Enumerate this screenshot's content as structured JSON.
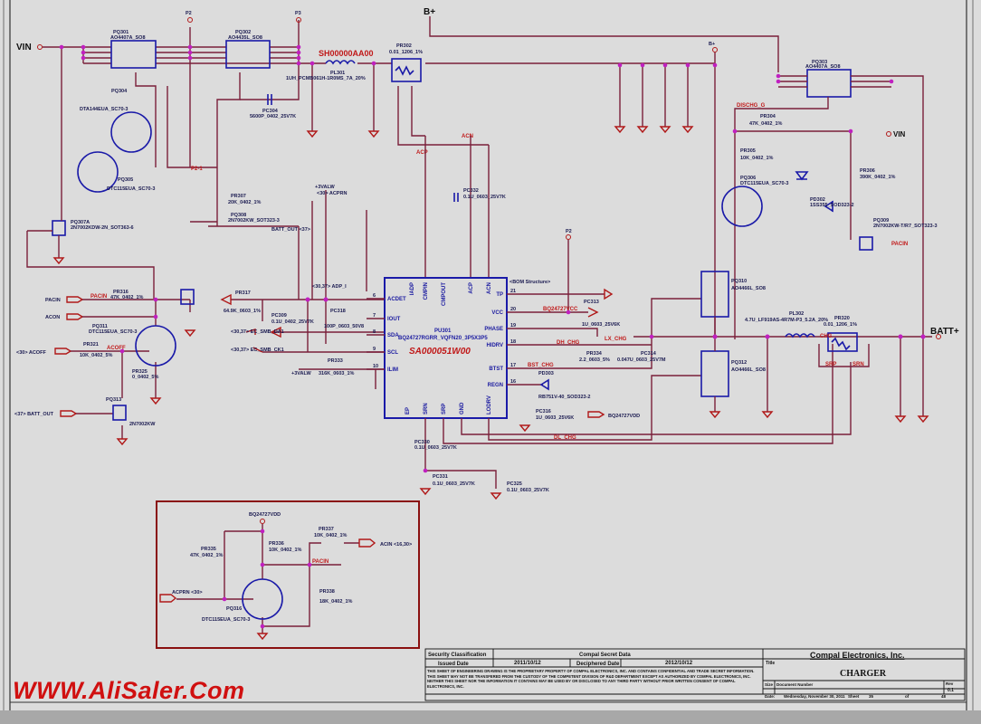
{
  "nets": {
    "vin": "VIN",
    "bplus": "B+",
    "battplus": "BATT+",
    "vin2": "VIN",
    "p2": "P2",
    "p3": "P3",
    "bplus2": "B+",
    "p2_1": "P2-1",
    "acp": "ACP",
    "acn": "ACN",
    "dischg": "DISCHG_G",
    "lx": "LX_CHG",
    "dh": "DH_CHG",
    "dl": "DL_CHG",
    "bst": "BST_CHG",
    "vcc": "BQ24727VCC",
    "srp": "SRP",
    "srn": "SRN",
    "chg": "CHG",
    "pacin": "PACIN",
    "acoff": "ACOFF",
    "valw1": "+3VALW",
    "valw2": "+3VALW",
    "bom": "<BOM Structure>",
    "p2b": "P2"
  },
  "ports": {
    "pacin": "PACIN",
    "acon": "ACON",
    "acoff": "<30> ACOFF",
    "batt_out": "<37> BATT_OUT",
    "batt_out2": "BATT_OUT <37>",
    "acprn": "<30> ACPRN",
    "adp_i": "<30,37> ADP_I",
    "sda": "<30,37> EC_SMB_DA1",
    "scl": "<30,37> EC_SMB_CK1",
    "regn_out": "BQ24727VDD",
    "sub_vdd": "BQ24727VDD",
    "sub_acprn": "ACPRN <30>",
    "sub_acin": "ACIN <16,30>",
    "sub_pacin": "PACIN"
  },
  "part_highlight": "SH00000AA00",
  "components": [
    {
      "ref": "PQ301",
      "value": "AO4407A_SO8"
    },
    {
      "ref": "PQ302",
      "value": "AO4435L_SO8"
    },
    {
      "ref": "PQ303",
      "value": "AO4407A_SO8"
    },
    {
      "ref": "PQ304",
      "value": "DTA144EUA_SC70-3"
    },
    {
      "ref": "PQ305",
      "value": "DTC115EUA_SC70-3"
    },
    {
      "ref": "PQ306",
      "value": "DTC115EUA_SC70-3"
    },
    {
      "ref": "PQ307A",
      "value": "2N7002KDW-2N_SOT363-6"
    },
    {
      "ref": "PQ308",
      "value": "2N7002KW_SOT323-3"
    },
    {
      "ref": "PQ309",
      "value": "2N7002KW-T/R7_SOT323-3"
    },
    {
      "ref": "PQ311",
      "value": "DTC115EUA_SC70-3"
    },
    {
      "ref": "PQ313",
      "value": "2N7002KW"
    },
    {
      "ref": "PQ316",
      "value": "DTC115EUA_SC70-3"
    },
    {
      "ref": "PQ310",
      "value": "AO4466L_SO8"
    },
    {
      "ref": "PQ312",
      "value": "AO4466L_SO8"
    },
    {
      "ref": "PL301",
      "value": "1UH_PCMB061H-1R0MS_7A_20%"
    },
    {
      "ref": "PL302",
      "value": "4.7U_LF919AS-4R7M-P3_5.2A_20%"
    },
    {
      "ref": "PR302",
      "value": "0.01_1206_1%"
    },
    {
      "ref": "PR320",
      "value": "0.01_1206_1%"
    },
    {
      "ref": "PR304",
      "value": "47K_0402_1%"
    },
    {
      "ref": "PR305",
      "value": "10K_0402_1%"
    },
    {
      "ref": "PR306",
      "value": "390K_0402_1%"
    },
    {
      "ref": "PR307",
      "value": "20K_0402_1%"
    },
    {
      "ref": "PR316",
      "value": "47K_0402_1%"
    },
    {
      "ref": "PR317",
      "value": "64.9K_0603_1%"
    },
    {
      "ref": "PR321",
      "value": "10K_0402_5%"
    },
    {
      "ref": "PR325",
      "value": "0_0402_5%"
    },
    {
      "ref": "PR333",
      "value": "316K_0603_1%"
    },
    {
      "ref": "PR334",
      "value": "2.2_0603_5%"
    },
    {
      "ref": "PR335",
      "value": "47K_0402_1%"
    },
    {
      "ref": "PR336",
      "value": "10K_0402_1%"
    },
    {
      "ref": "PR337",
      "value": "10K_0402_1%"
    },
    {
      "ref": "PR338",
      "value": "18K_0402_1%"
    },
    {
      "ref": "PC304",
      "value": "5600P_0402_25V7K"
    },
    {
      "ref": "PC309",
      "value": "0.1U_0402_25V7K"
    },
    {
      "ref": "PC313",
      "value": "1U_0603_25V6K"
    },
    {
      "ref": "PC314",
      "value": "0.047U_0603_25V7M"
    },
    {
      "ref": "PC316",
      "value": "1U_0603_25V6K"
    },
    {
      "ref": "PC318",
      "value": "100P_0603_50V8"
    },
    {
      "ref": "PC325",
      "value": "0.1U_0603_25V7K"
    },
    {
      "ref": "PC330",
      "value": "0.1U_0603_25V7K"
    },
    {
      "ref": "PC331",
      "value": "0.1U_0603_25V7K"
    },
    {
      "ref": "PC332",
      "value": "0.1U_0603_25V7K"
    },
    {
      "ref": "PD303",
      "value": "RB751V-40_SOD323-2"
    },
    {
      "ref": "PD302",
      "value": "1SS355_SOD323-2"
    }
  ],
  "ic": {
    "ref": "PU301",
    "part": "BQ24727RGRR_VQFN20_3P5X3P5",
    "code": "SA000051W00",
    "left_pins": [
      {
        "n": "6",
        "name": "ACDET"
      },
      {
        "n": "7",
        "name": "IOUT"
      },
      {
        "n": "8",
        "name": "SDA"
      },
      {
        "n": "9",
        "name": "SCL"
      },
      {
        "n": "10",
        "name": "ILIM"
      }
    ],
    "right_pins": [
      {
        "n": "21",
        "name": "TP"
      },
      {
        "n": "20",
        "name": "VCC"
      },
      {
        "n": "19",
        "name": "PHASE"
      },
      {
        "n": "18",
        "name": "HIDRV"
      },
      {
        "n": "17",
        "name": "BTST"
      },
      {
        "n": "16",
        "name": "REGN"
      }
    ],
    "top_pins": [
      "IADP",
      "CMPIN",
      "CMPOUT",
      "ACP",
      "ACN"
    ],
    "bottom_pins": [
      "EP",
      "SRN",
      "SRP",
      "GND",
      "LODRV"
    ]
  },
  "title_block": {
    "security_label": "Security Classification",
    "security_value": "Compal Secret Data",
    "issued_label": "Issued Date",
    "issued_value": "2011/10/12",
    "deciphered_label": "Deciphered Date",
    "deciphered_value": "2012/10/12",
    "notice": "THIS SHEET OF ENGINEERING DRAWING IS THE PROPRIETARY PROPERTY OF COMPAL ELECTRONICS, INC. AND CONTAINS CONFIDENTIAL AND TRADE SECRET INFORMATION. THIS SHEET MAY NOT BE TRANSFERED FROM THE CUSTODY OF THE COMPETENT DIVISION OF R&D DEPARTMENT EXCEPT AS AUTHORIZED BY COMPAL ELECTRONICS, INC. NEITHER THIS SHEET NOR THE INFORMATION IT CONTAINS MAY BE USED BY OR DISCLOSED TO ANY THIRD PARTY WITHOUT PRIOR WRITTEN CONSENT OF COMPAL ELECTRONICS, INC.",
    "company": "Compal Electronics, Inc.",
    "title_label": "Title",
    "title": "CHARGER",
    "size_label": "Size",
    "docnum_label": "Document Number",
    "rev_label": "Rev",
    "rev": "0.1",
    "date_label": "Date:",
    "date": "Wednesday, November 30, 2011",
    "sheet_label": "Sheet",
    "sheet": "35",
    "of": "of",
    "total": "48"
  },
  "watermark": "WWW.AliSaler.Com",
  "colors": {
    "wire": "#7a1f3a",
    "component": "#1a1aa8",
    "label": "#c01818",
    "junction": "#c020c0",
    "background": "#dcdcdc"
  }
}
